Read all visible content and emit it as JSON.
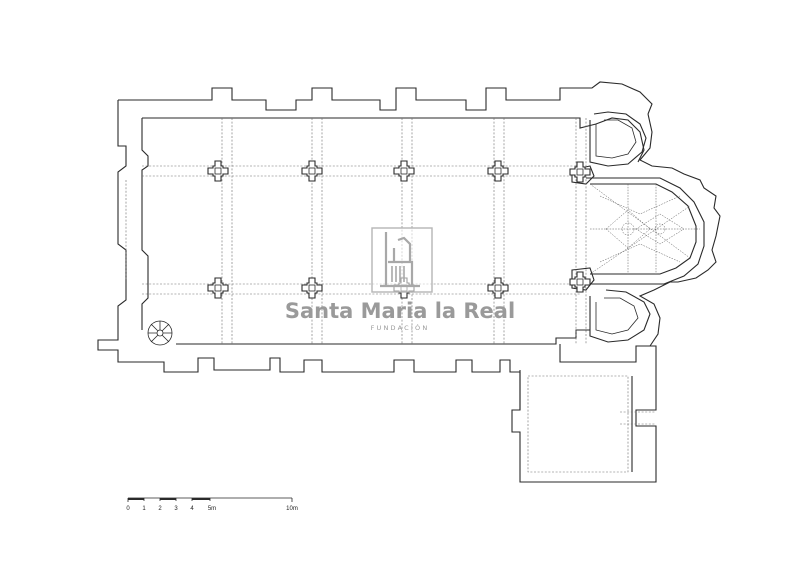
{
  "watermark": {
    "title": "Santa Maria la Real",
    "subtitle": "FUNDACIÓN"
  },
  "scale_bar": {
    "ticks": [
      "0",
      "1",
      "2",
      "3",
      "4",
      "5m",
      "10m"
    ]
  },
  "colors": {
    "line": "#2a2a2a",
    "dashed": "#6b6b6b",
    "watermark": "#9a9a9a",
    "background": "#ffffff"
  }
}
